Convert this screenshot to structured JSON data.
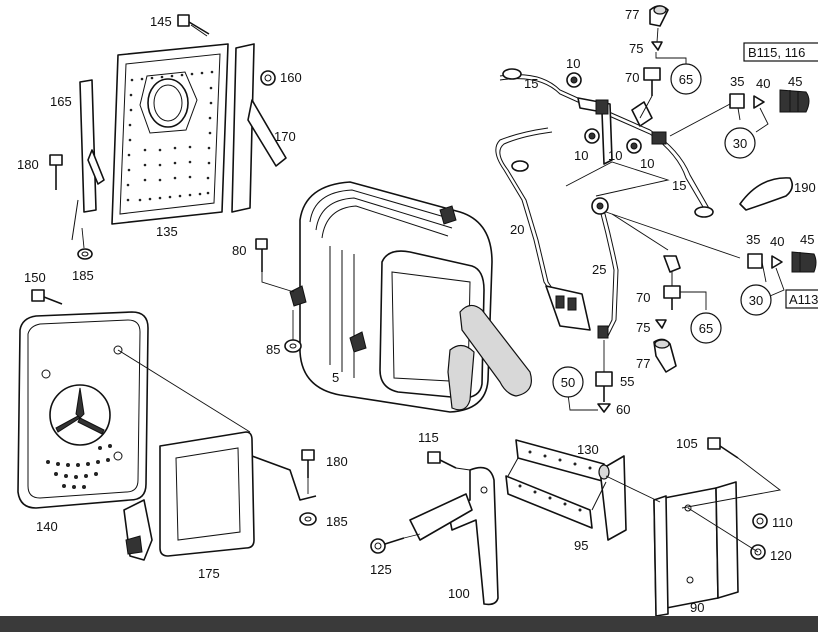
{
  "labels": {
    "l145": "145",
    "l160": "160",
    "l165": "165",
    "l170": "170",
    "l180a": "180",
    "l135": "135",
    "l185a": "185",
    "l80": "80",
    "l85": "85",
    "l5": "5",
    "l150": "150",
    "l140": "140",
    "l175": "175",
    "l180b": "180",
    "l185b": "185",
    "l115": "115",
    "l125": "125",
    "l100": "100",
    "l130": "130",
    "l95": "95",
    "l105": "105",
    "l110": "110",
    "l120": "120",
    "l90": "90",
    "l77a": "77",
    "l75a": "75",
    "l70a": "70",
    "l10a": "10",
    "l15a": "15",
    "l10b": "10",
    "l10c": "10",
    "l10d": "10",
    "l15b": "15",
    "l35a": "35",
    "l40a": "40",
    "l45a": "45",
    "l190": "190",
    "l20": "20",
    "l25": "25",
    "l35b": "35",
    "l40b": "40",
    "l45b": "45",
    "l70b": "70",
    "l75b": "75",
    "l77b": "77",
    "l55": "55",
    "l60": "60"
  },
  "callouts": {
    "c65a": "65",
    "c30a": "30",
    "c30b": "30",
    "c65b": "65",
    "c50": "50"
  },
  "ref_boxes": {
    "r1": "B115, 116",
    "r2": "A113"
  }
}
